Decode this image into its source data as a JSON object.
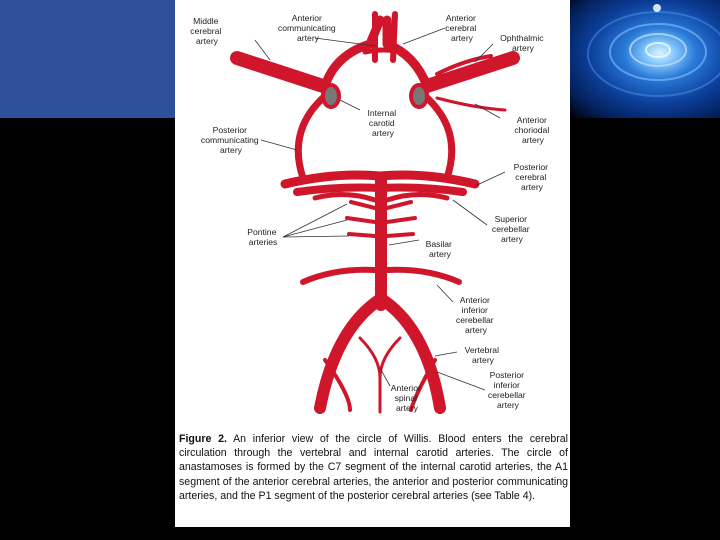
{
  "labels": {
    "middle_cerebral": [
      "Middle",
      "cerebral",
      "artery"
    ],
    "anterior_communicating": [
      "Anterior",
      "communicating",
      "artery"
    ],
    "anterior_cerebral": [
      "Anterior",
      "cerebral",
      "artery"
    ],
    "ophthalmic": [
      "Ophthalmic",
      "artery"
    ],
    "internal_carotid": [
      "Internal",
      "carotid",
      "artery"
    ],
    "anterior_choroidal": [
      "Anterior",
      "choriodal",
      "artery"
    ],
    "posterior_communicating": [
      "Posterior",
      "communicating",
      "artery"
    ],
    "posterior_cerebral": [
      "Posterior",
      "cerebral",
      "artery"
    ],
    "superior_cerebellar": [
      "Superior",
      "cerebellar",
      "artery"
    ],
    "pontine": [
      "Pontine",
      "arteries"
    ],
    "basilar": [
      "Basilar",
      "artery"
    ],
    "anterior_inferior_cerebellar": [
      "Anterior",
      "inferior",
      "cerebellar",
      "artery"
    ],
    "vertebral": [
      "Vertebral",
      "artery"
    ],
    "anterior_spinal": [
      "Anterior",
      "spinal",
      "artery"
    ],
    "posterior_inferior_cerebellar": [
      "Posterior",
      "inferior",
      "cerebellar",
      "artery"
    ]
  },
  "caption": {
    "label": "Figure 2.",
    "text": "An inferior view of the circle of Willis. Blood enters the cerebral circulation through the vertebral and internal carotid arteries. The circle of anastamoses is formed by the C7 segment of the internal carotid arteries, the A1 segment of the anterior cerebral arteries, the anterior and posterior communicating arteries, and the P1 segment of the posterior cerebral arteries (see Table 4)."
  },
  "colors": {
    "artery": "#d0162a",
    "background": "#000000",
    "blue_block": "#2f4f9a"
  }
}
